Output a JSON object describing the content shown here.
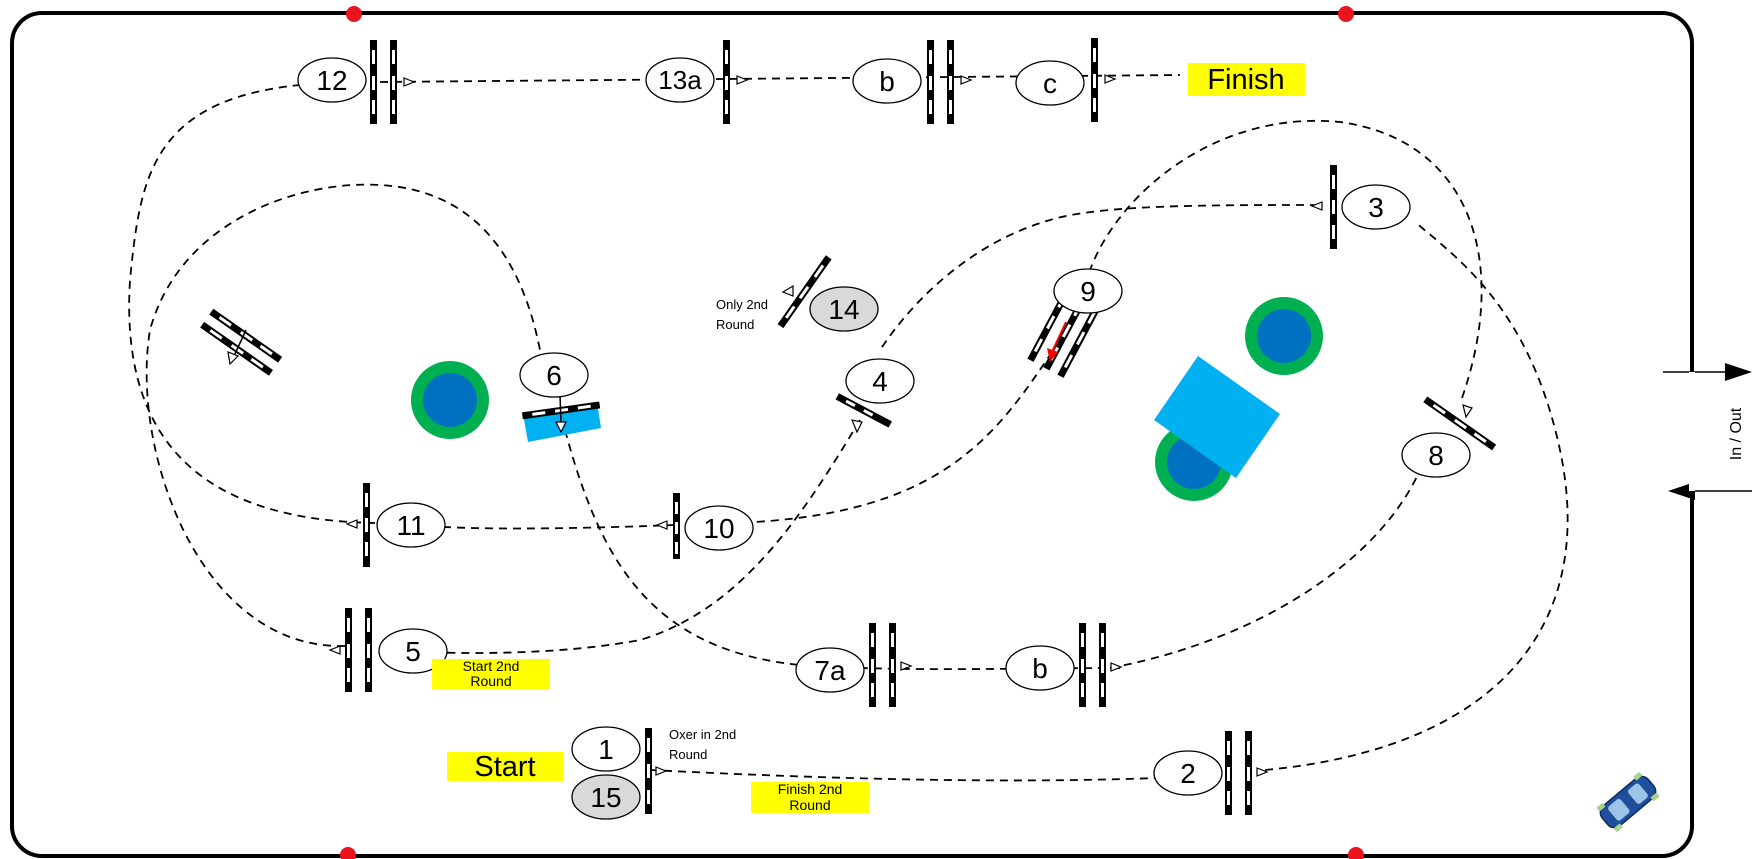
{
  "course": {
    "title": "",
    "jump_numbers": [
      "12",
      "13a",
      "b",
      "c",
      "3",
      "9",
      "14",
      "6",
      "4",
      "8",
      "11",
      "10",
      "5",
      "7a",
      "b",
      "1",
      "15",
      "2"
    ],
    "highlights": {
      "finish": "Finish",
      "start": "Start",
      "start_2nd_round_line1": "Start 2nd",
      "start_2nd_round_line2": "Round",
      "finish_2nd_round_line1": "Finish 2nd",
      "finish_2nd_round_line2": "Round"
    },
    "notes": {
      "only_2nd_line1": "Only 2nd",
      "only_2nd_line2": "Round",
      "oxer_2nd_line1": "Oxer in 2nd",
      "oxer_2nd_line2": "Round"
    },
    "gate_label": "In / Out"
  },
  "colors": {
    "border": "#000000",
    "corner_marker": "#e8141e",
    "highlight": "#ffff00",
    "water": "#00b0f0",
    "tree_inner": "#0070c0",
    "tree_outer": "#00b050",
    "grey_fill": "#d9d9d9",
    "red_arrow": "#ff0000"
  },
  "icons": [
    "car-icon",
    "in-arrow-icon",
    "out-arrow-icon",
    "tree-icon",
    "water-jump-icon"
  ]
}
